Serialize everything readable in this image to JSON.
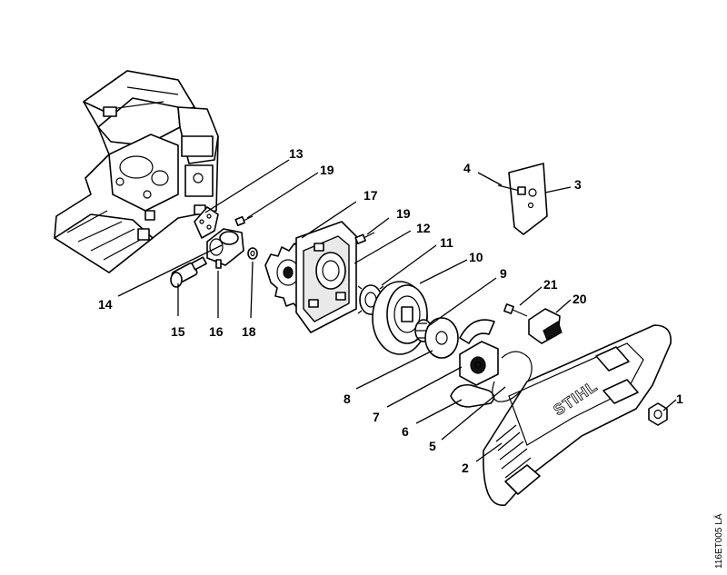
{
  "callouts": [
    {
      "id": "c1",
      "label": "1"
    },
    {
      "id": "c2",
      "label": "2"
    },
    {
      "id": "c3",
      "label": "3"
    },
    {
      "id": "c4",
      "label": "4"
    },
    {
      "id": "c5",
      "label": "5"
    },
    {
      "id": "c6",
      "label": "6"
    },
    {
      "id": "c7",
      "label": "7"
    },
    {
      "id": "c8",
      "label": "8"
    },
    {
      "id": "c9",
      "label": "9"
    },
    {
      "id": "c10",
      "label": "10"
    },
    {
      "id": "c11",
      "label": "11"
    },
    {
      "id": "c12",
      "label": "12"
    },
    {
      "id": "c13",
      "label": "13"
    },
    {
      "id": "c14",
      "label": "14"
    },
    {
      "id": "c15",
      "label": "15"
    },
    {
      "id": "c16",
      "label": "16"
    },
    {
      "id": "c17",
      "label": "17"
    },
    {
      "id": "c18",
      "label": "18"
    },
    {
      "id": "c19a",
      "label": "19"
    },
    {
      "id": "c19b",
      "label": "19"
    },
    {
      "id": "c20",
      "label": "20"
    },
    {
      "id": "c21",
      "label": "21"
    }
  ],
  "brand_logo": "STIHL",
  "reference_code": "116ET005 LÄ",
  "colors": {
    "ink": "#000000",
    "paper": "#ffffff"
  }
}
